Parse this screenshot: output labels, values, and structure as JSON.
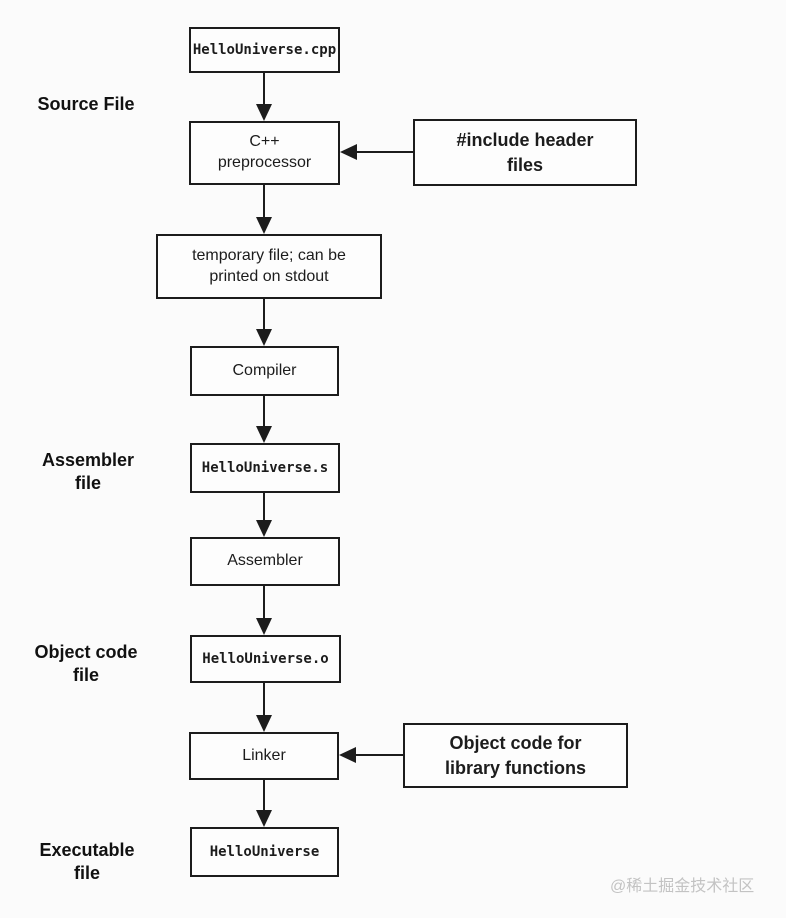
{
  "diagram": {
    "nodes": {
      "cpp_file": {
        "lines": [
          "HelloUniverse.cpp"
        ]
      },
      "preprocessor": {
        "lines": [
          "C++",
          "preprocessor"
        ]
      },
      "include_header": {
        "lines": [
          "#include header",
          "files"
        ]
      },
      "temp_file": {
        "lines": [
          "temporary file; can be",
          "printed on stdout"
        ]
      },
      "compiler": {
        "lines": [
          "Compiler"
        ]
      },
      "asm_file": {
        "lines": [
          "HelloUniverse.s"
        ]
      },
      "assembler": {
        "lines": [
          "Assembler"
        ]
      },
      "obj_file": {
        "lines": [
          "HelloUniverse.o"
        ]
      },
      "linker": {
        "lines": [
          "Linker"
        ]
      },
      "library_objects": {
        "lines": [
          "Object code for",
          "library functions"
        ]
      },
      "executable": {
        "lines": [
          "HelloUniverse"
        ]
      }
    },
    "labels": {
      "source_file": {
        "lines": [
          "Source File"
        ]
      },
      "assembler_file": {
        "lines": [
          "Assembler",
          "file"
        ]
      },
      "object_code_file": {
        "lines": [
          "Object code",
          "file"
        ]
      },
      "executable_file": {
        "lines": [
          "Executable",
          "file"
        ]
      }
    },
    "watermark": "@稀土掘金技术社区",
    "colors": {
      "line": "#1c1c1c",
      "background": "#fbfbfb",
      "watermark": "#c3c3c3"
    }
  }
}
